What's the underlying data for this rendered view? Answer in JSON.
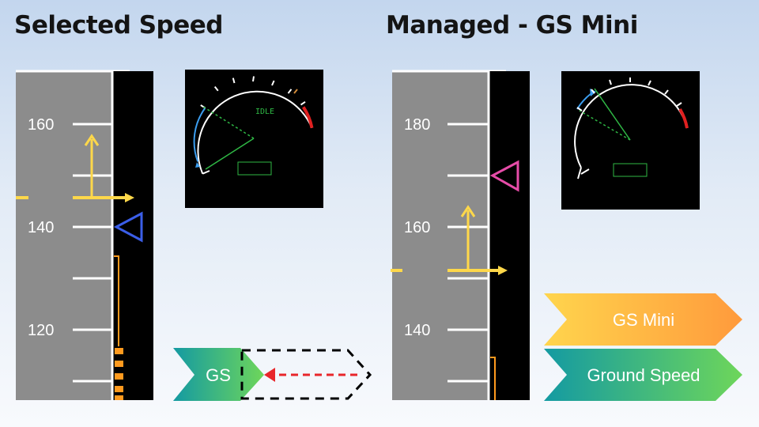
{
  "left_panel": {
    "title": "Selected Speed",
    "tape_labels": [
      "160",
      "140",
      "120"
    ],
    "engine_display_text": "IDLE",
    "gs_label": "GS"
  },
  "right_panel": {
    "title": "Managed - GS Mini",
    "tape_labels": [
      "180",
      "160",
      "140"
    ],
    "gs_mini_label": "GS Mini",
    "ground_speed_label": "Ground Speed"
  },
  "colors": {
    "tape_gray": "#8c8c8c",
    "speed_trend_yellow": "#ffd84a",
    "selected_speed_bug_blue": "#3b5ee8",
    "managed_speed_bug_magenta": "#e64ca8",
    "vls_strip_orange": "#ff9a1e",
    "n1_green": "#2fb845",
    "n1_limit_red": "#e02020",
    "reverse_arc_blue": "#3c9ef0",
    "arrow_dashed_red": "#e8262b",
    "gs_mini_gradient": [
      "#ffd54d",
      "#ff9a3c"
    ],
    "ground_speed_gradient": [
      "#149aa2",
      "#6ed65a"
    ]
  },
  "icons": [
    "speed-trend-arrow-icon",
    "selected-speed-bug-icon",
    "managed-speed-bug-icon",
    "dashed-left-arrow-icon"
  ]
}
